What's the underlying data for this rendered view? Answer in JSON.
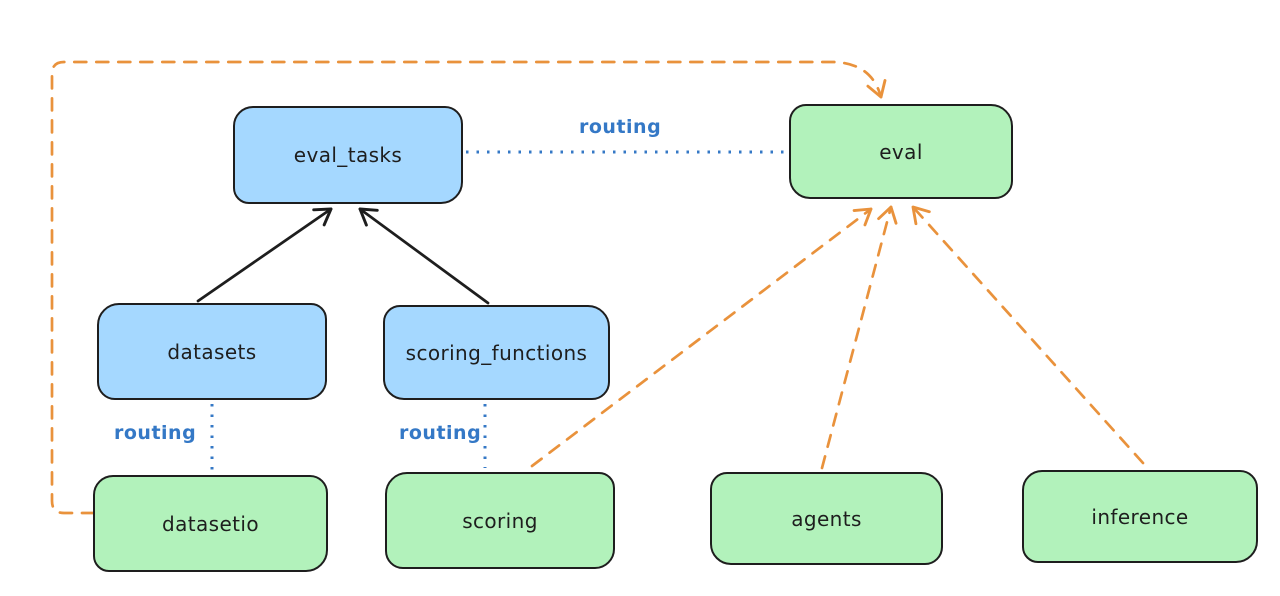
{
  "colors": {
    "background": "#ffffff",
    "node_stroke": "#1e1e1e",
    "blue_node_fill": "#a5d8ff",
    "green_node_fill": "#b2f2bb",
    "routing_line_blue": "#3478c6",
    "provider_arrow_orange": "#e9923c",
    "dependency_arrow_black": "#1e1e1e"
  },
  "nodes": {
    "eval_tasks": {
      "label": "eval_tasks",
      "color": "blue"
    },
    "eval": {
      "label": "eval",
      "color": "green"
    },
    "datasets": {
      "label": "datasets",
      "color": "blue"
    },
    "scoring_functions": {
      "label": "scoring_functions",
      "color": "blue"
    },
    "datasetio": {
      "label": "datasetio",
      "color": "green"
    },
    "scoring": {
      "label": "scoring",
      "color": "green"
    },
    "agents": {
      "label": "agents",
      "color": "green"
    },
    "inference": {
      "label": "inference",
      "color": "green"
    }
  },
  "edge_labels": {
    "eval_tasks_to_eval": "routing",
    "datasets_to_datasetio": "routing",
    "scoring_functions_to_scoring": "routing"
  },
  "edges": [
    {
      "from": "datasets",
      "to": "eval_tasks",
      "style": "solid",
      "color": "#1e1e1e",
      "arrow": "end"
    },
    {
      "from": "scoring_functions",
      "to": "eval_tasks",
      "style": "solid",
      "color": "#1e1e1e",
      "arrow": "end"
    },
    {
      "from": "eval_tasks",
      "to": "eval",
      "style": "dotted",
      "color": "#3478c6",
      "label": "routing",
      "arrow": "none"
    },
    {
      "from": "datasets",
      "to": "datasetio",
      "style": "dotted",
      "color": "#3478c6",
      "label": "routing",
      "arrow": "none"
    },
    {
      "from": "scoring_functions",
      "to": "scoring",
      "style": "dotted",
      "color": "#3478c6",
      "label": "routing",
      "arrow": "none"
    },
    {
      "from": "datasetio",
      "to": "eval",
      "style": "dashed",
      "color": "#e9923c",
      "arrow": "end"
    },
    {
      "from": "scoring",
      "to": "eval",
      "style": "dashed",
      "color": "#e9923c",
      "arrow": "end"
    },
    {
      "from": "agents",
      "to": "eval",
      "style": "dashed",
      "color": "#e9923c",
      "arrow": "end"
    },
    {
      "from": "inference",
      "to": "eval",
      "style": "dashed",
      "color": "#e9923c",
      "arrow": "end"
    }
  ]
}
